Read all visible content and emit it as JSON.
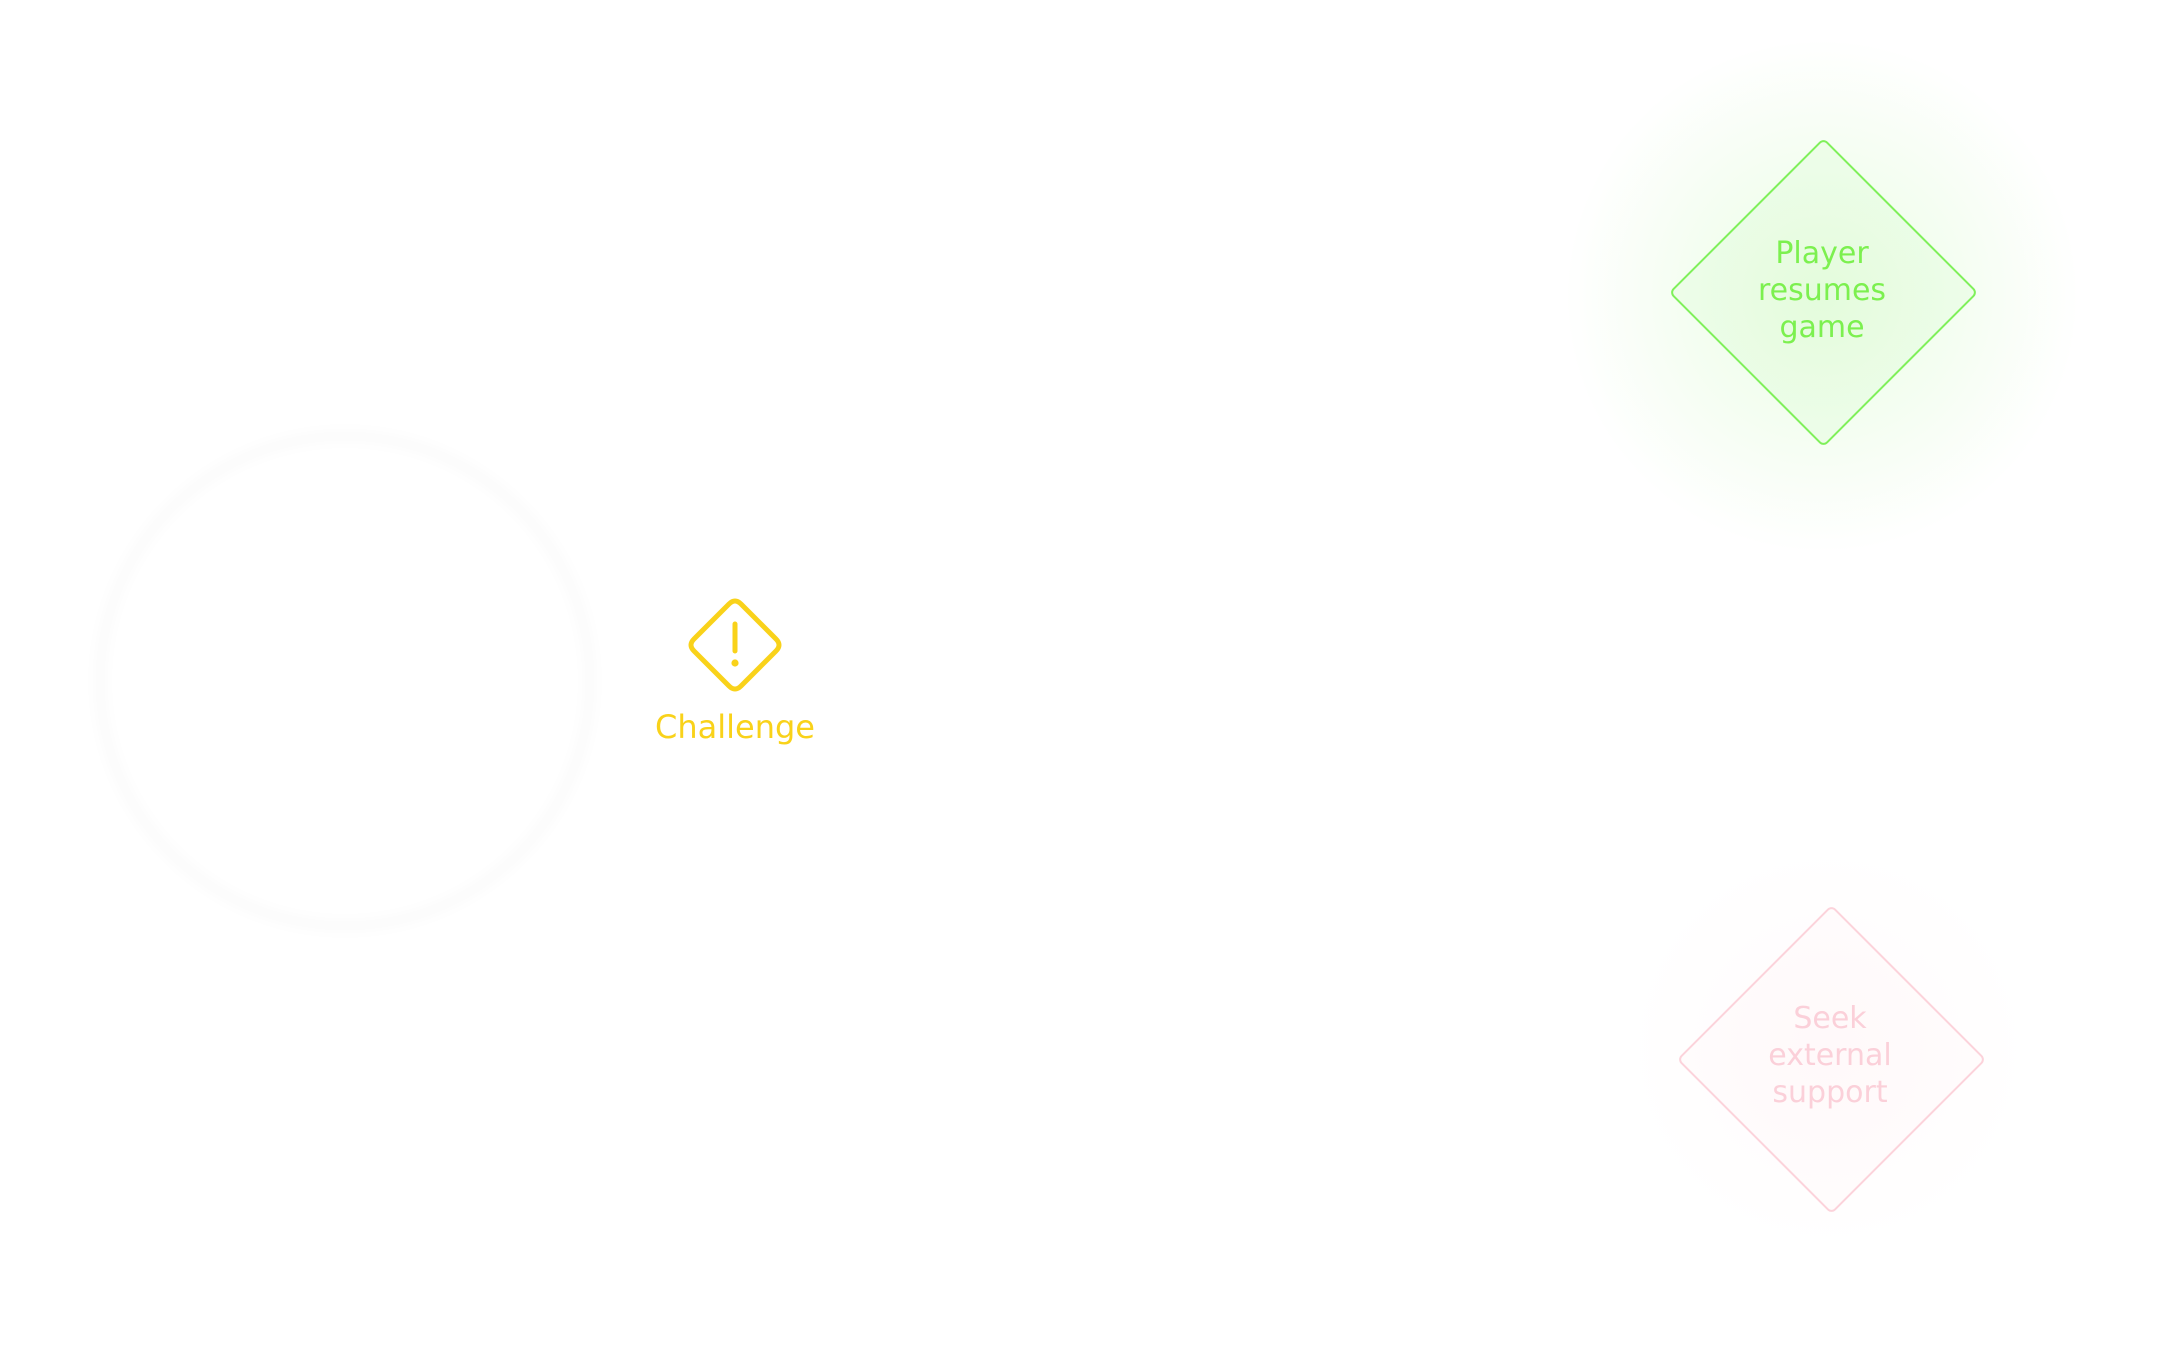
{
  "colors": {
    "challenge": "#f9d21a",
    "resume": "#7cf04f",
    "support": "#fbd0d9"
  },
  "challenge": {
    "icon": "warning-diamond-icon",
    "label": "Challenge"
  },
  "nodes": [
    {
      "id": "resume",
      "label_lines": [
        "Player",
        "resumes",
        "game"
      ]
    },
    {
      "id": "support",
      "label_lines": [
        "Seek",
        "external",
        "support"
      ]
    }
  ]
}
